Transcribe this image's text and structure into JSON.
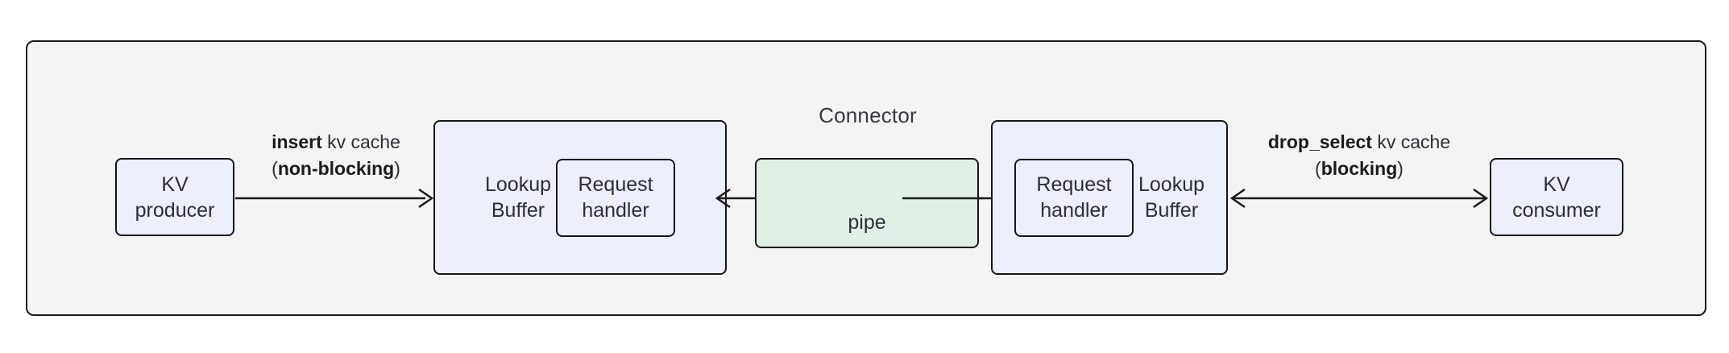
{
  "diagram": {
    "title": "Connector",
    "nodes": {
      "kv_producer": {
        "line1": "KV",
        "line2": "producer"
      },
      "kv_consumer": {
        "line1": "KV",
        "line2": "consumer"
      },
      "lookup_buffer_left": {
        "line1": "Lookup",
        "line2": "Buffer"
      },
      "lookup_buffer_right": {
        "line1": "Lookup",
        "line2": "Buffer"
      },
      "request_handler_left": {
        "line1": "Request",
        "line2": "handler"
      },
      "request_handler_right": {
        "line1": "Request",
        "line2": "handler"
      },
      "pipe": {
        "label": "pipe"
      }
    },
    "edges": {
      "insert": {
        "op": "insert",
        "rest": " kv cache",
        "mode_open": "(",
        "mode": "non-blocking",
        "mode_close": ")"
      },
      "drop_select": {
        "op": "drop_select",
        "rest": " kv cache",
        "mode_open": "(",
        "mode": "blocking",
        "mode_close": ")"
      }
    },
    "colors": {
      "container_fill": "#f4f4f4",
      "node_blue_fill": "#eceffc",
      "pipe_green_fill": "#e1f0e4",
      "stroke": "#1b1b1b",
      "text": "#2b2f36"
    }
  }
}
